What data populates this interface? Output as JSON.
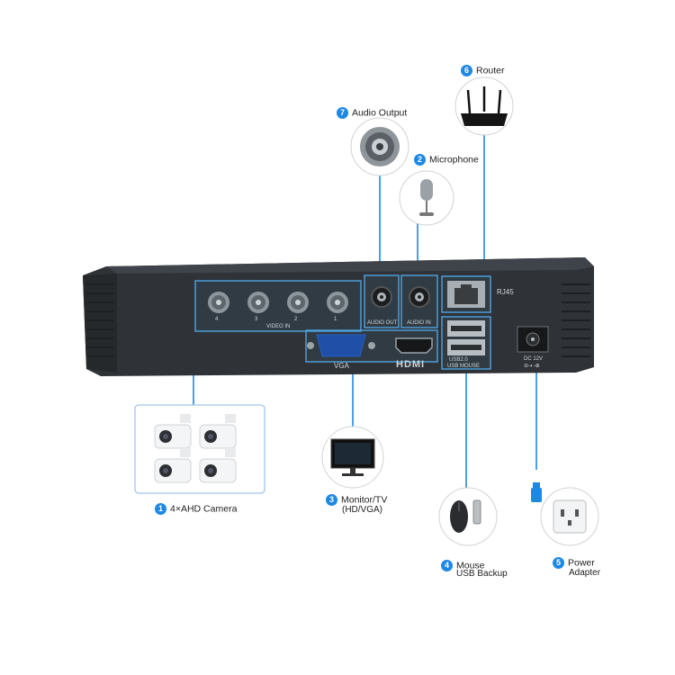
{
  "callouts": {
    "router": {
      "num": "6",
      "label": "Router"
    },
    "audio_output": {
      "num": "7",
      "label": "Audio Output"
    },
    "microphone": {
      "num": "2",
      "label": "Microphone"
    },
    "camera": {
      "num": "1",
      "label": "4×AHD Camera"
    },
    "monitor": {
      "num": "3",
      "label_line1": "Monitor/TV",
      "label_line2": "(HD/VGA)"
    },
    "mouse": {
      "num": "4",
      "label_line1": "Mouse",
      "label_line2": "USB Backup"
    },
    "power": {
      "num": "5",
      "label_line1": "Power",
      "label_line2": "Adapter"
    }
  },
  "port_labels": {
    "video_in": "VIDEO IN",
    "bnc_numbers": [
      "4",
      "3",
      "2",
      "1"
    ],
    "audio_out": "AUDIO OUT",
    "audio_in": "AUDIO IN",
    "rj45": "RJ45",
    "vga": "VGA",
    "hdmi": "HDMI",
    "usb_top": "USB2.0",
    "usb_bottom": "USB MOUSE",
    "dc_top": "DC 12V",
    "dc_bottom": "⊖-◐-⊕"
  },
  "colors": {
    "accent": "#1e88e5",
    "line": "#1e88e5",
    "device_body": "#2f3236",
    "device_top": "#3b3f44",
    "highlight_box": "#4fa3e0"
  }
}
